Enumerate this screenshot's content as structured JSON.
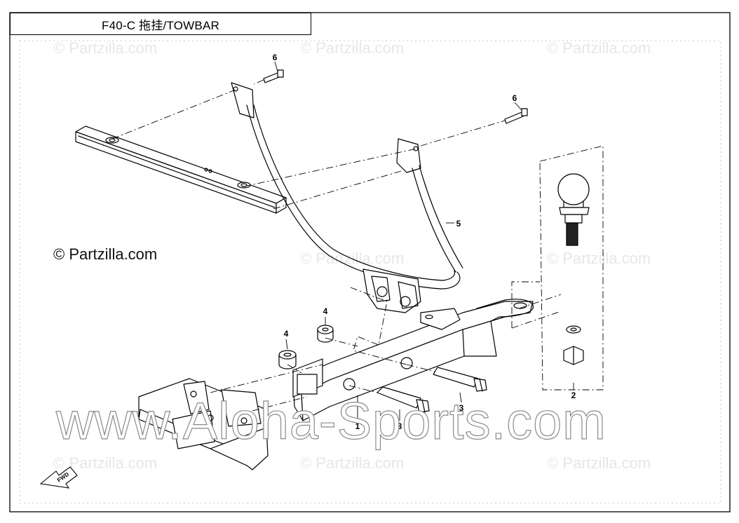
{
  "title": "F40-C 拖挂/TOWBAR",
  "watermarks": {
    "small": "© Partzilla.com",
    "main": "© Partzilla.com",
    "large": "www.Aloha-Sports.com"
  },
  "callouts": {
    "c1": "1",
    "c2": "2",
    "c3a": "3",
    "c3b": "3",
    "c4a": "4",
    "c4b": "4",
    "c5": "5",
    "c6a": "6",
    "c6b": "6"
  },
  "fwd_label": "FWD",
  "colors": {
    "line": "#000000",
    "dash": "#000000",
    "watermark": "#e7e7e7"
  }
}
